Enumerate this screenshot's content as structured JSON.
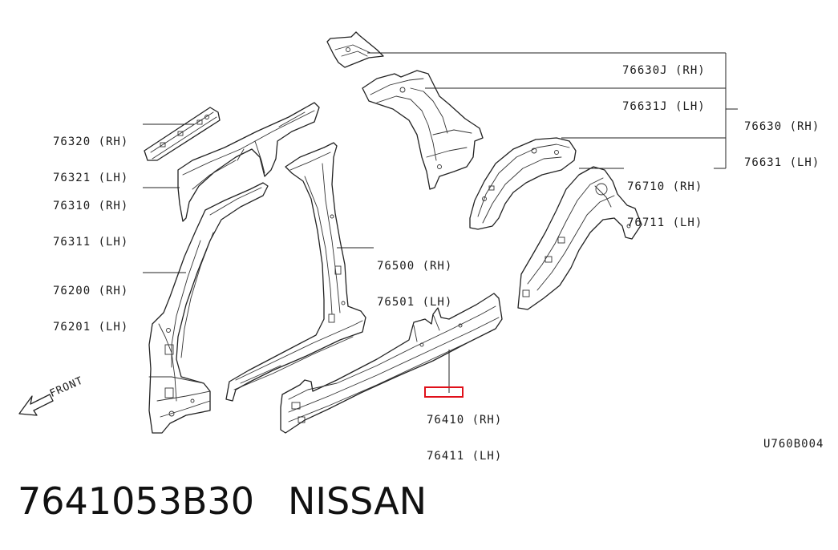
{
  "callouts": [
    {
      "id": "76630j",
      "rh": "76630J (RH)",
      "lh": "76631J (LH)"
    },
    {
      "id": "76630",
      "rh": "76630 (RH)",
      "lh": "76631 (LH)"
    },
    {
      "id": "76320",
      "rh": "76320 (RH)",
      "lh": "76321 (LH)"
    },
    {
      "id": "76310",
      "rh": "76310 (RH)",
      "lh": "76311 (LH)"
    },
    {
      "id": "76710",
      "rh": "76710 (RH)",
      "lh": "76711 (LH)"
    },
    {
      "id": "76500",
      "rh": "76500 (RH)",
      "lh": "76501 (LH)"
    },
    {
      "id": "76200",
      "rh": "76200 (RH)",
      "lh": "76201 (LH)"
    },
    {
      "id": "76410",
      "rh": "76410 (RH)",
      "lh": "76411 (LH)"
    }
  ],
  "front_label": "FRONT",
  "diagram_code": "U760B004",
  "footer": {
    "part_number": "7641053B30",
    "brand": "NISSAN"
  },
  "colors": {
    "highlight": "#e0101a",
    "line": "#222222",
    "background": "#ffffff"
  }
}
